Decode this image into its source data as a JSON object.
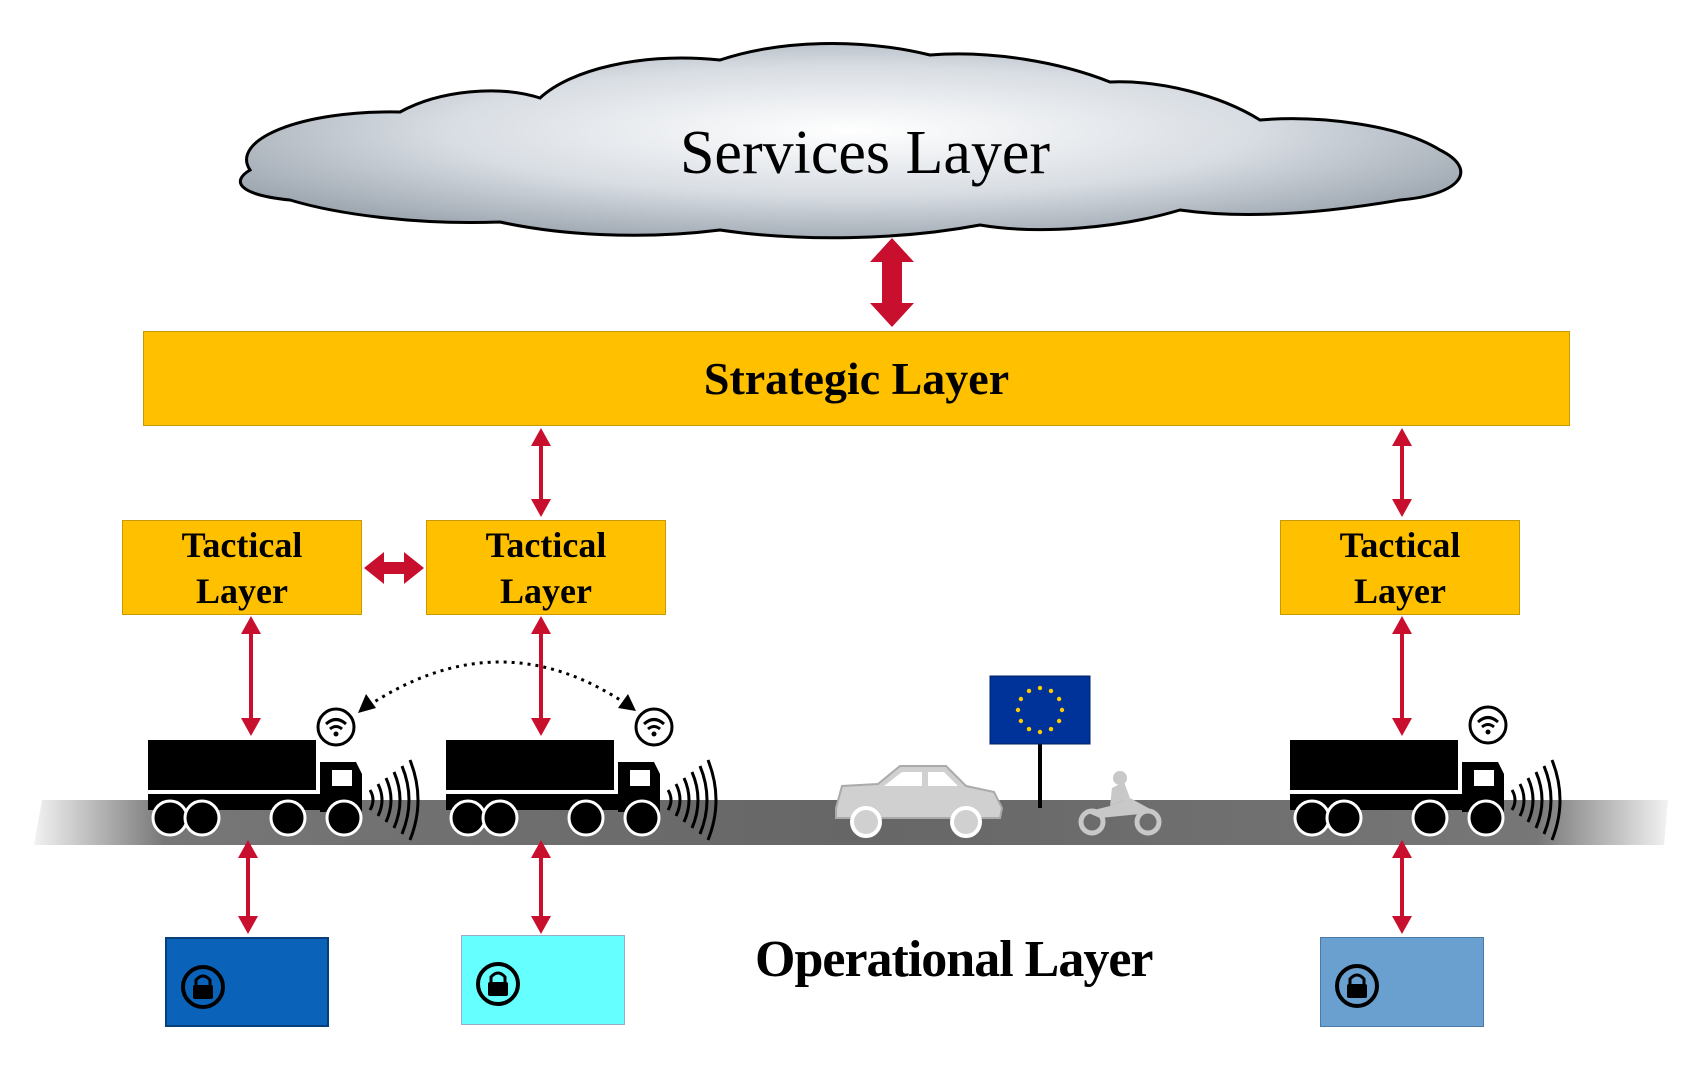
{
  "services": {
    "title": "Services Layer"
  },
  "strategic": {
    "label": "Strategic Layer"
  },
  "tactical": [
    {
      "label": "Tactical Layer"
    },
    {
      "label": "Tactical Layer"
    },
    {
      "label": "Tactical Layer"
    }
  ],
  "operational": {
    "label": "Operational Layer"
  },
  "colors": {
    "layer_fill": "#FFC000",
    "arrow": "#C8102E",
    "lockbox_1": "#0A63B8",
    "lockbox_2": "#66FFFF",
    "lockbox_3": "#69A0CF",
    "eu_flag": "#003399",
    "eu_stars": "#FFCC00"
  },
  "icons": [
    "cloud-icon",
    "truck-icon",
    "wifi-icon",
    "signal-waves-icon",
    "car-icon",
    "motorcycle-icon",
    "eu-flag-icon",
    "lock-icon"
  ]
}
